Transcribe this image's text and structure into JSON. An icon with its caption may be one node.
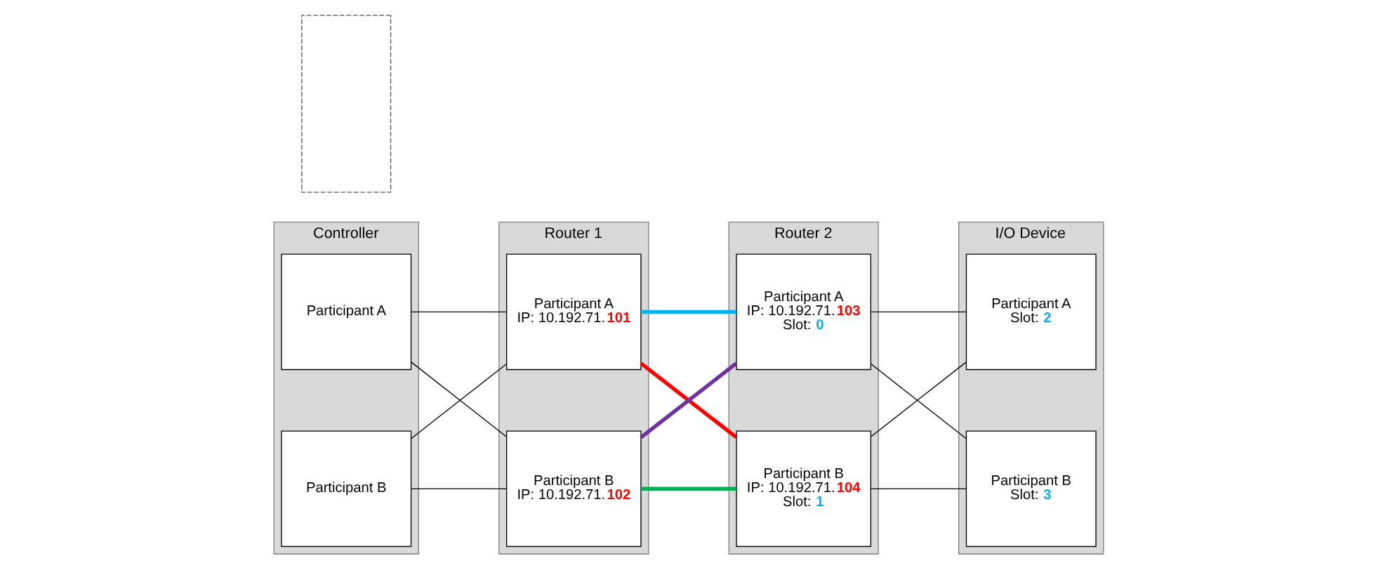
{
  "diagram": {
    "nodes": [
      {
        "text": [
          "Controller"
        ]
      },
      {
        "text": [
          "Participant A"
        ],
        "in": 0
      },
      {
        "text": [
          "Participant B"
        ],
        "in": 0
      },
      {
        "text": [
          "Router 1"
        ]
      },
      {
        "text": [
          "Participant A",
          "IP: 10.192.71.**101**"
        ],
        "in": 3
      },
      {
        "text": [
          "Participant B",
          "IP: 10.192.71.**102**"
        ],
        "in": 3
      },
      {
        "text": [],
        "shape": "box"
      },
      {
        "text": [
          "Router 2"
        ]
      },
      {
        "text": [
          "Participant A",
          "IP: 10.192.71.**103**",
          "Slot: **0**"
        ],
        "in": 7
      },
      {
        "text": [
          "Participant B",
          "IP: 10.192.71.**104**",
          "Slot: **1**"
        ],
        "in": 7
      },
      {
        "text": [
          "I/O Device"
        ]
      },
      {
        "text": [
          "Participant A",
          "Slot: **2**"
        ],
        "in": 10
      },
      {
        "text": [
          "Participant B",
          "Slot: **3**"
        ],
        "in": 10
      }
    ],
    "edges": [
      {
        "from": 1,
        "to": 4,
        "arrow": "none"
      },
      {
        "from": 1,
        "to": 5,
        "arrow": "none"
      },
      {
        "from": 2,
        "to": 4,
        "arrow": "none"
      },
      {
        "from": 2,
        "to": 5,
        "arrow": "none"
      },
      {
        "from": 4,
        "to": 8,
        "arrow": "none",
        "style": "thick",
        "color": "#00b0f0"
      },
      {
        "from": 4,
        "to": 9,
        "arrow": "none",
        "style": "thick",
        "color": "#ff0000"
      },
      {
        "from": 5,
        "to": 8,
        "arrow": "none",
        "style": "thick",
        "color": "#7030a0"
      },
      {
        "from": 5,
        "to": 9,
        "arrow": "none",
        "style": "thick",
        "color": "#00b050"
      },
      {
        "from": 8,
        "to": 11,
        "arrow": "none"
      },
      {
        "from": 8,
        "to": 12,
        "arrow": "none"
      },
      {
        "from": 9,
        "to": 11,
        "arrow": "none"
      },
      {
        "from": 9,
        "to": 12,
        "arrow": "none"
      }
    ]
  }
}
